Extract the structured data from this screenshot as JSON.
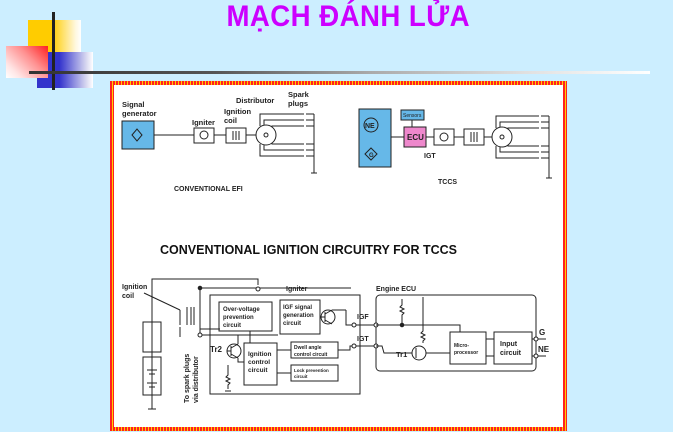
{
  "slide": {
    "title": "MẠCH ĐÁNH LỬA",
    "colors": {
      "background": "#cceeff",
      "title": "#cc00ff",
      "frame": "#ff2020",
      "frame_accent": "#ffd000",
      "sensor_block": "#66b8e8",
      "ecu_block": "#ee88cc"
    }
  },
  "diagram": {
    "efi": {
      "caption": "CONVENTIONAL EFI",
      "signal_generator": [
        "Signal",
        "generator"
      ],
      "igniter": "Igniter",
      "ignition_coil": [
        "Ignition",
        "coil"
      ],
      "distributor": "Distributor",
      "spark_plugs": [
        "Spark",
        "plugs"
      ]
    },
    "tccs": {
      "caption": "TCCS",
      "ne": "NE",
      "g": "G",
      "sensors": "Sensors",
      "ecu": "ECU",
      "igt": "IGT"
    },
    "circuit": {
      "heading": "CONVENTIONAL IGNITION CIRCUITRY FOR TCCS",
      "ignition_coil": [
        "Ignition",
        "coil"
      ],
      "spark_plugs_note": [
        "To spark plugs",
        "via distributor"
      ],
      "igniter": "Igniter",
      "over_voltage": [
        "Over-voltage",
        "prevention",
        "circuit"
      ],
      "igf_signal": [
        "IGF signal",
        "generation",
        "circuit"
      ],
      "tr2": "Tr2",
      "ignition_control": [
        "Ignition",
        "control",
        "circuit"
      ],
      "dwell_angle": [
        "Dwell angle",
        "control circuit"
      ],
      "lock_prevention": [
        "Lock prevention",
        "circuit"
      ],
      "igf": "IGF",
      "igt": "IGT",
      "engine_ecu": "Engine ECU",
      "tr1": "Tr1",
      "microprocessor": [
        "Micro-",
        "processor"
      ],
      "input_circuit": [
        "Input",
        "circuit"
      ],
      "g": "G",
      "ne": "NE"
    }
  }
}
